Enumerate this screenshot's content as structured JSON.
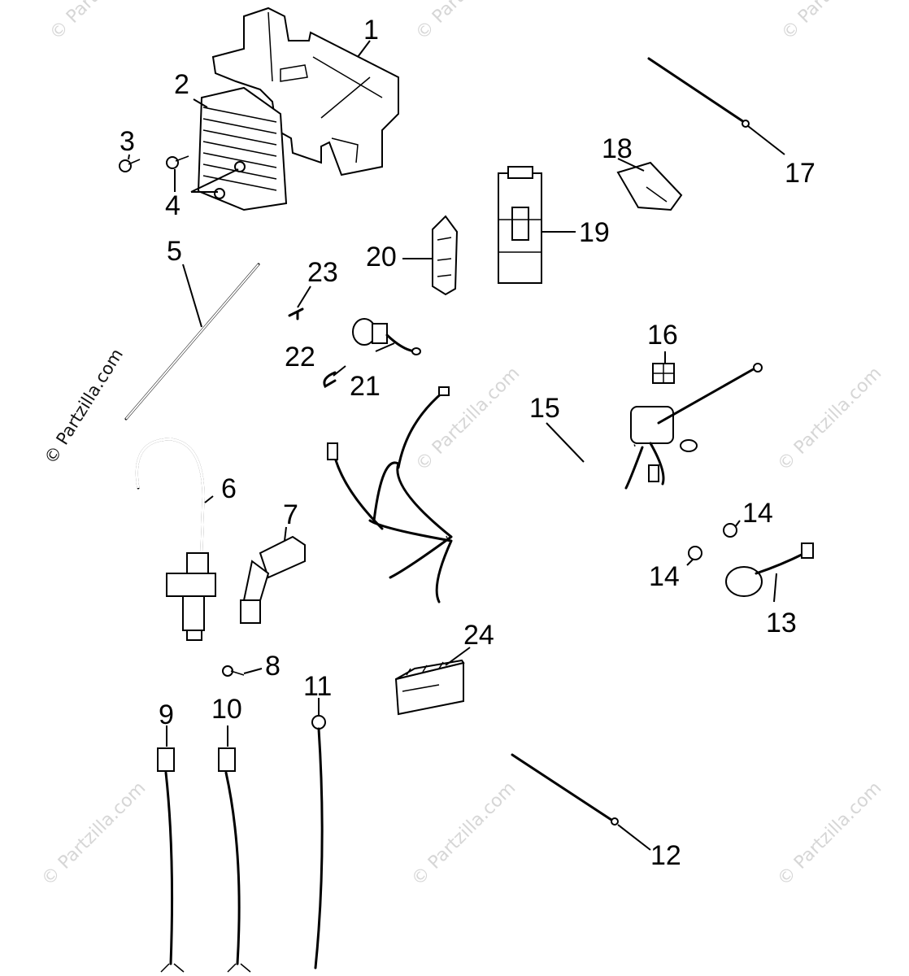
{
  "watermark": {
    "side_text": "© Partzilla.com",
    "tile_text": "© Partzilla.com"
  },
  "callouts": {
    "c1": "1",
    "c2": "2",
    "c3": "3",
    "c4": "4",
    "c5": "5",
    "c6": "6",
    "c7": "7",
    "c8": "8",
    "c9": "9",
    "c10": "10",
    "c11": "11",
    "c12": "12",
    "c13": "13",
    "c14a": "14",
    "c14b": "14",
    "c15": "15",
    "c16": "16",
    "c17": "17",
    "c18": "18",
    "c19": "19",
    "c20": "20",
    "c21": "21",
    "c22": "22",
    "c23": "23",
    "c24": "24"
  }
}
